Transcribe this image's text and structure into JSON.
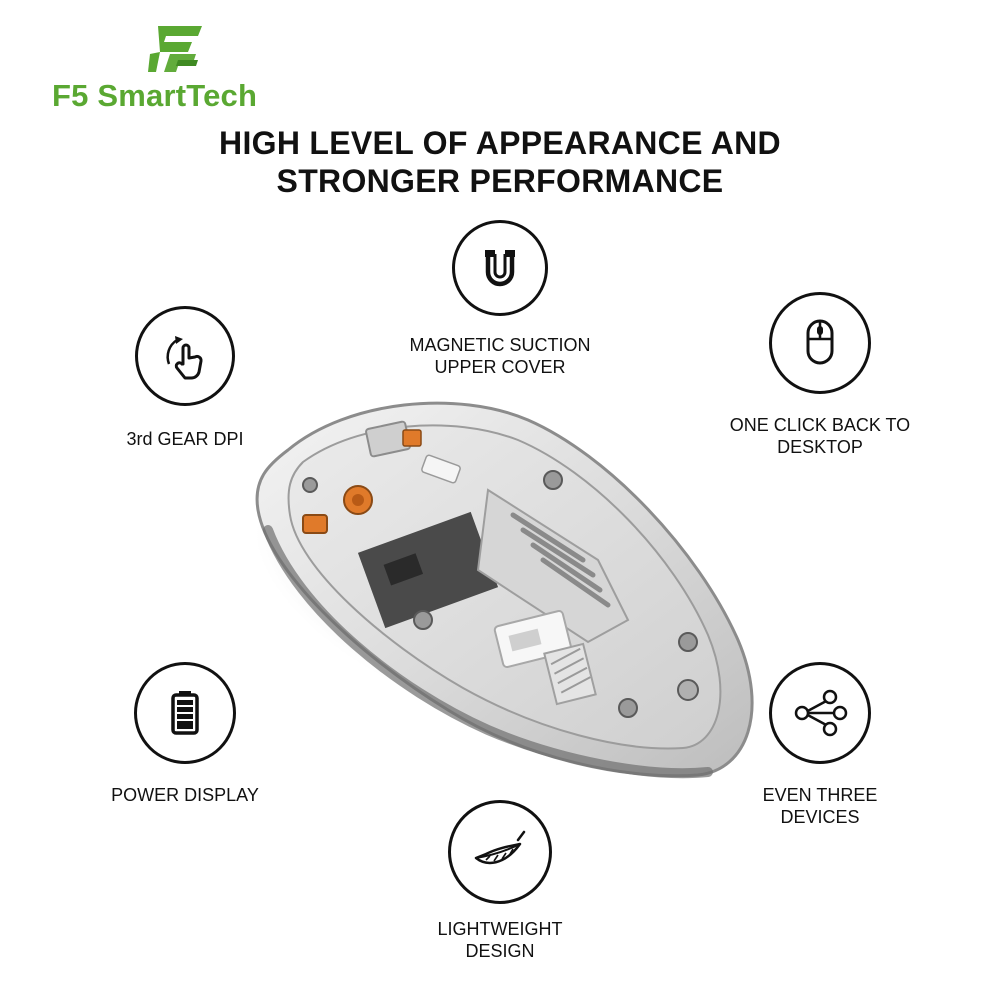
{
  "brand": {
    "name": "F5 SmartTech",
    "accent_color": "#5aa832"
  },
  "headline": {
    "line1": "HIGH LEVEL OF APPEARANCE AND",
    "line2": "STRONGER PERFORMANCE"
  },
  "features": {
    "magnetic": {
      "icon": "magnet-icon",
      "line1": "MAGNETIC SUCTION",
      "line2": "UPPER COVER"
    },
    "dpi": {
      "icon": "hand-gesture-icon",
      "line1": "3rd GEAR DPI",
      "line2": ""
    },
    "desktop": {
      "icon": "mouse-icon",
      "line1": "ONE CLICK BACK TO",
      "line2": "DESKTOP"
    },
    "power": {
      "icon": "battery-icon",
      "line1": "POWER DISPLAY",
      "line2": ""
    },
    "devices": {
      "icon": "share-icon",
      "line1": "EVEN THREE",
      "line2": "DEVICES"
    },
    "lightweight": {
      "icon": "feather-icon",
      "line1": "LIGHTWEIGHT",
      "line2": "DESIGN"
    }
  },
  "product": {
    "image": "transparent-wireless-mouse"
  }
}
